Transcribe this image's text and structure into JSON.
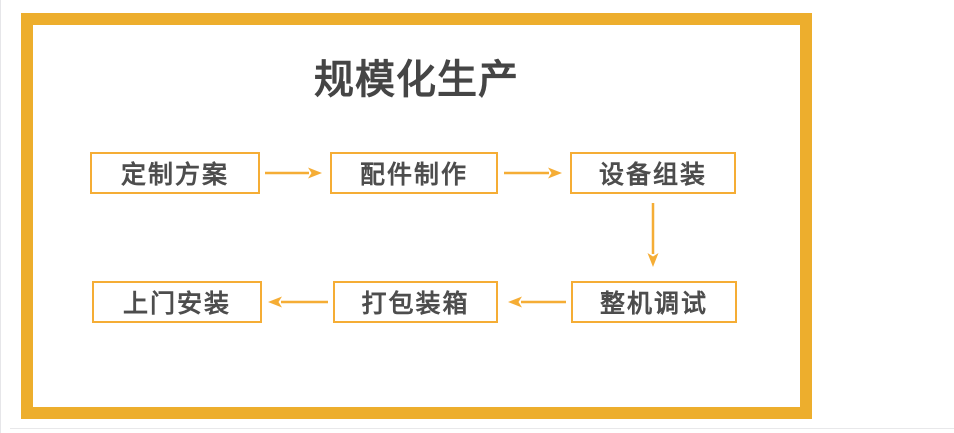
{
  "colors": {
    "frame_border": "#EDAE2D",
    "accent": "#F5AD35",
    "title_text": "#454545",
    "node_text": "#4D4D4D"
  },
  "title": {
    "text": "规模化生产"
  },
  "flow": {
    "nodes": [
      {
        "label": "定制方案"
      },
      {
        "label": "配件制作"
      },
      {
        "label": "设备组装"
      },
      {
        "label": "整机调试"
      },
      {
        "label": "打包装箱"
      },
      {
        "label": "上门安装"
      }
    ],
    "edges": [
      {
        "from": "定制方案",
        "to": "配件制作",
        "direction": "right"
      },
      {
        "from": "配件制作",
        "to": "设备组装",
        "direction": "right"
      },
      {
        "from": "设备组装",
        "to": "整机调试",
        "direction": "down"
      },
      {
        "from": "整机调试",
        "to": "打包装箱",
        "direction": "left"
      },
      {
        "from": "打包装箱",
        "to": "上门安装",
        "direction": "left"
      }
    ]
  }
}
